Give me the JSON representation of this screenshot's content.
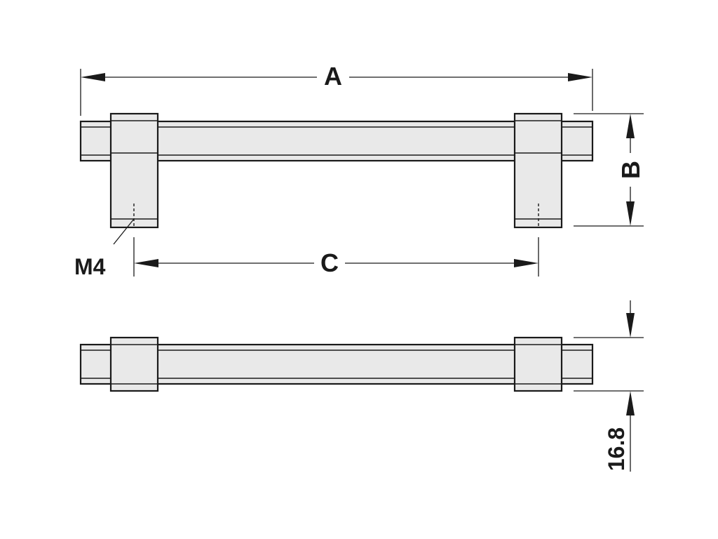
{
  "labels": {
    "length_a": "A",
    "height_b": "B",
    "centers_c": "C",
    "thread": "M4",
    "depth": "16.8"
  }
}
